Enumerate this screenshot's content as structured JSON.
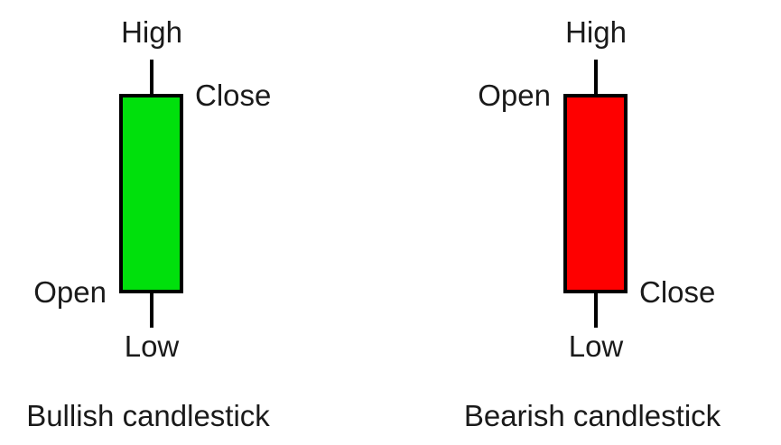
{
  "background_color": "#ffffff",
  "text_color": "#1a1a1a",
  "wick_color": "#000000",
  "border_color": "#000000",
  "candles": [
    {
      "id": "bullish",
      "caption": "Bullish candlestick",
      "body_color": "#00E00C",
      "labels": {
        "high": "High",
        "close": "Close",
        "open": "Open",
        "low": "Low"
      },
      "open_position": "bottom-left",
      "close_position": "top-right"
    },
    {
      "id": "bearish",
      "caption": "Bearish candlestick",
      "body_color": "#FE0000",
      "labels": {
        "high": "High",
        "close": "Close",
        "open": "Open",
        "low": "Low"
      },
      "open_position": "top-left",
      "close_position": "bottom-right"
    }
  ]
}
